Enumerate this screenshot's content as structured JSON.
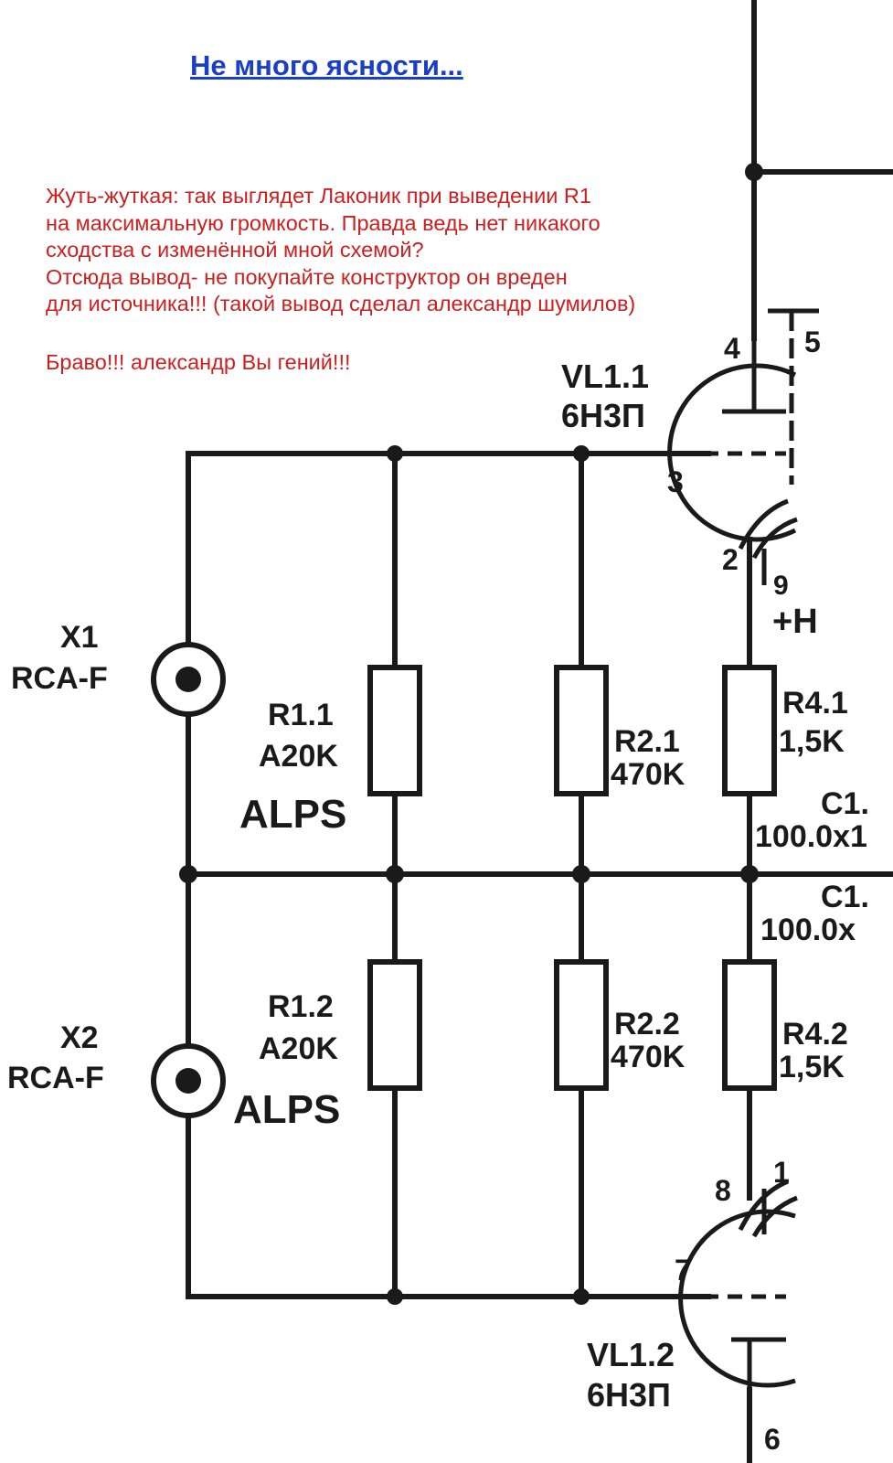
{
  "header": {
    "title_link": "Не много ясности..."
  },
  "note": {
    "lines": [
      "Жуть-жуткая: так выглядет Лаконик при выведении R1",
      "на максимальную громкость. Правда ведь нет никакого",
      "сходства с изменённой мной схемой?",
      "Отсюда вывод- не покупайте конструктор он вреден",
      "для источника!!! (такой вывод сделал александр шумилов)"
    ],
    "bravo": "Браво!!! александр Вы гений!!!"
  },
  "schematic": {
    "x1": {
      "name": "X1",
      "type": "RCA-F"
    },
    "x2": {
      "name": "X2",
      "type": "RCA-F"
    },
    "r1_1": {
      "name": "R1.1",
      "value": "A20K",
      "maker": "ALPS"
    },
    "r1_2": {
      "name": "R1.2",
      "value": "A20K",
      "maker": "ALPS"
    },
    "r2_1": {
      "name": "R2.1",
      "value": "470K"
    },
    "r2_2": {
      "name": "R2.2",
      "value": "470K"
    },
    "r4_1": {
      "name": "R4.1",
      "value": "1,5K"
    },
    "r4_2": {
      "name": "R4.2",
      "value": "1,5K"
    },
    "c1_top": {
      "name": "C1.",
      "value": "100.0x1"
    },
    "c1_bottom": {
      "name": "C1.",
      "value": "100.0x"
    },
    "vl1_1": {
      "name": "VL1.1",
      "type": "6Н3П"
    },
    "vl1_2": {
      "name": "VL1.2",
      "type": "6Н3П"
    },
    "heater": "+Н",
    "pins": {
      "p1": "1",
      "p2": "2",
      "p3": "3",
      "p4": "4",
      "p5": "5",
      "p6": "6",
      "p7": "7",
      "p8": "8",
      "p9": "9"
    }
  }
}
